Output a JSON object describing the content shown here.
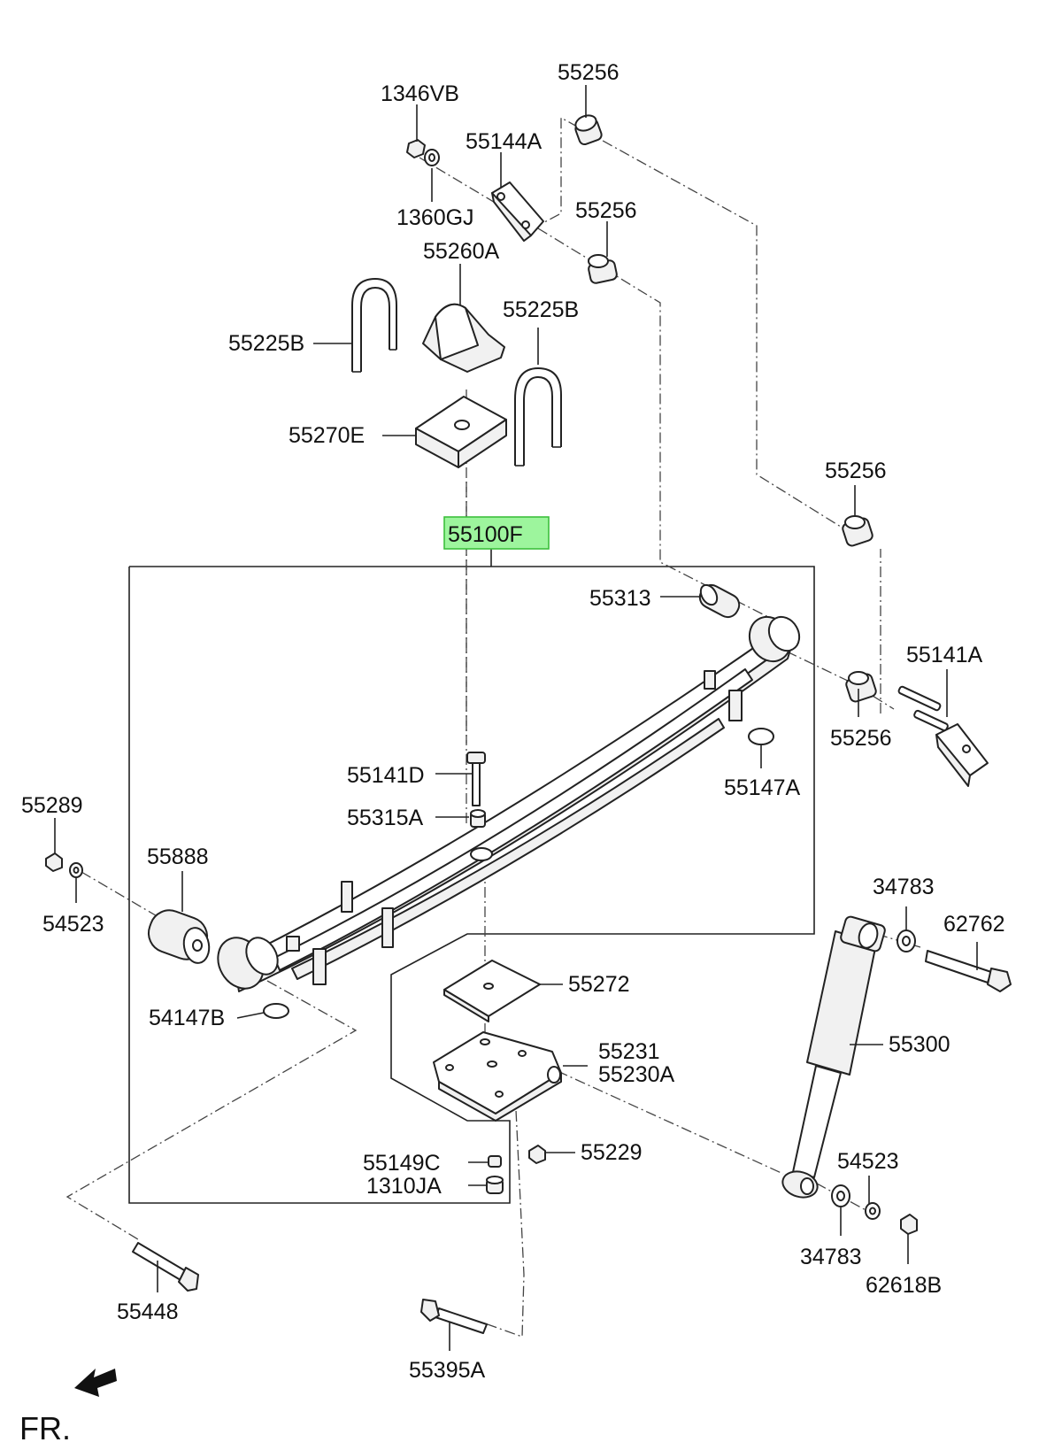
{
  "labels": {
    "bushing_top": "55256",
    "nut_top": "1346VB",
    "shackle_plate_top": "55144A",
    "washer_top": "1360GJ",
    "bushing_top2": "55256",
    "bumper_stopper": "55260A",
    "u_bolt_left": "55225B",
    "u_bolt_right": "55225B",
    "spring_pad": "55270E",
    "spring_assy": "55100F",
    "bushing_right": "55256",
    "eye_bushing": "55313",
    "shackle_right": "55141A",
    "bushing_right2": "55256",
    "center_bolt": "55141D",
    "center_nut": "55315A",
    "anti_squeak_pad": "55147A",
    "nut_left": "55289",
    "washer_left": "54523",
    "front_bushing": "55888",
    "washer_right_top": "34783",
    "bolt_right_top": "62762",
    "plate_pad": "55272",
    "anti_squeak_left": "54147B",
    "seat_1": "55231",
    "seat_2": "55230A",
    "shock_absorber": "55300",
    "nut_seat": "55149C",
    "nut_seat2": "1310JA",
    "nut_seat3": "55229",
    "washer_right_bottom": "54523",
    "washer_right_bottom2": "34783",
    "nut_right_bottom": "62618B",
    "bolt_front": "55448",
    "bolt_lower": "55395A"
  },
  "direction": "FR.",
  "highlight_color": "#9df59d"
}
